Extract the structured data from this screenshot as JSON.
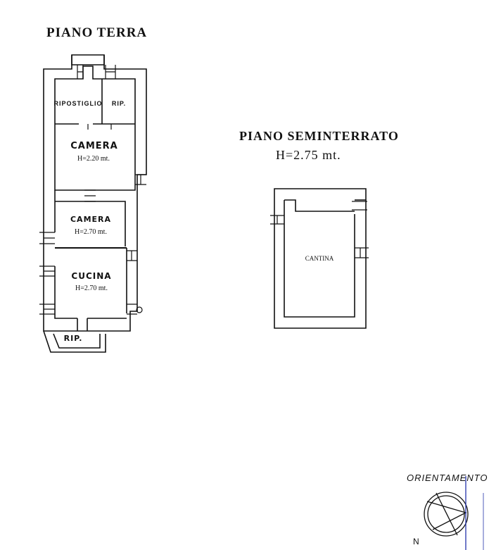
{
  "ground_floor": {
    "title": "PIANO TERRA",
    "rooms": {
      "ripostiglio": "RIPOSTIGLIO",
      "rip_small": "RIP.",
      "camera1": {
        "name": "CAMERA",
        "height": "H=2.20 mt."
      },
      "camera2": {
        "name": "CAMERA",
        "height": "H=2.70 mt."
      },
      "cucina": {
        "name": "CUCINA",
        "height": "H=2.70 mt."
      },
      "rip_bottom": "RIP."
    }
  },
  "basement": {
    "title": "PIANO SEMINTERRATO",
    "height": "H=2.75 mt.",
    "room": "CANTINA"
  },
  "orientation": {
    "label": "ORIENTAMENTO",
    "north": "N"
  }
}
